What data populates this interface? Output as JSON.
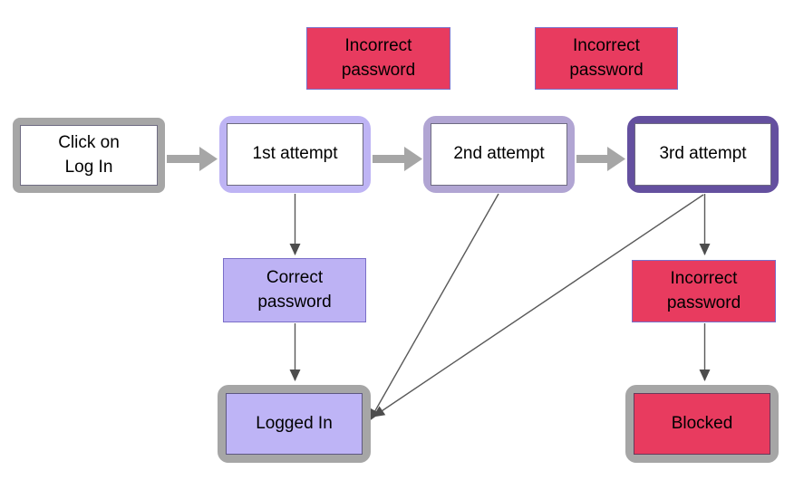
{
  "diagram": {
    "nodes": {
      "incorrect_top_1": {
        "lines": [
          "Incorrect",
          "password"
        ]
      },
      "incorrect_top_2": {
        "lines": [
          "Incorrect",
          "password"
        ]
      },
      "click_login": {
        "lines": [
          "Click on",
          "Log In"
        ]
      },
      "attempt_1": {
        "lines": [
          "1st attempt"
        ]
      },
      "attempt_2": {
        "lines": [
          "2nd attempt"
        ]
      },
      "attempt_3": {
        "lines": [
          "3rd attempt"
        ]
      },
      "correct_password": {
        "lines": [
          "Correct",
          "password"
        ]
      },
      "incorrect_bottom": {
        "lines": [
          "Incorrect",
          "password"
        ]
      },
      "logged_in": {
        "lines": [
          "Logged In"
        ]
      },
      "blocked": {
        "lines": [
          "Blocked"
        ]
      }
    },
    "edges": [
      {
        "from": "click_login",
        "to": "attempt_1",
        "style": "thick-gray"
      },
      {
        "from": "attempt_1",
        "to": "attempt_2",
        "style": "thick-gray"
      },
      {
        "from": "attempt_2",
        "to": "attempt_3",
        "style": "thick-gray"
      },
      {
        "from": "attempt_1",
        "to": "correct_password",
        "style": "thin"
      },
      {
        "from": "correct_password",
        "to": "logged_in",
        "style": "thin"
      },
      {
        "from": "attempt_2",
        "to": "logged_in",
        "style": "thin-diagonal"
      },
      {
        "from": "attempt_3",
        "to": "logged_in",
        "style": "thin-diagonal"
      },
      {
        "from": "attempt_3",
        "to": "incorrect_bottom",
        "style": "thin"
      },
      {
        "from": "incorrect_bottom",
        "to": "blocked",
        "style": "thin"
      }
    ],
    "colors": {
      "red_fill": "#e83b5f",
      "lavender_fill": "#beb4f6",
      "white_fill": "#ffffff",
      "gray_frame": "#a6a6a6",
      "attempt1_frame": "#beb4f4",
      "attempt2_frame": "#b1a5d3",
      "attempt3_frame": "#64509f",
      "thin_purple_border": "#7a6ec8",
      "thick_arrow": "#a6a6a6",
      "thin_arrow": "#595959"
    }
  }
}
